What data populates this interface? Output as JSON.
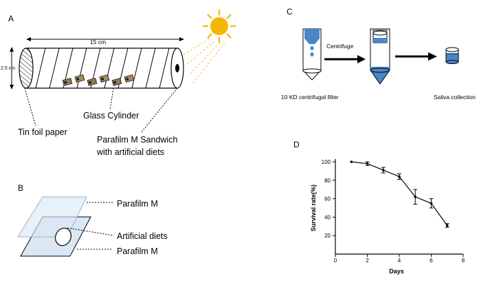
{
  "panelA": {
    "label": "A",
    "length": "15 cm",
    "diameter": "2.5 cm",
    "glass": "Glass Cylinder",
    "tinfoil": "Tin foil paper",
    "parafilm_line1": "Parafilm M Sandwich",
    "parafilm_line2": "with artificial diets"
  },
  "panelB": {
    "label": "B",
    "top": "Parafilm M",
    "middle": "Artificial diets",
    "bottom": "Parafilm M"
  },
  "panelC": {
    "label": "C",
    "centrifuge": "Centrifuge",
    "filter": "10 KD centrifugal filter",
    "saliva": "Saliva collection"
  },
  "panelD": {
    "label": "D"
  },
  "colors": {
    "blue": "#4a86c8",
    "filmBlue": "#dbe8f4",
    "sun": "#f2b705"
  },
  "chart_data": {
    "type": "line",
    "xlabel": "Days",
    "ylabel": "Survival rate(%)",
    "xlim": [
      0,
      8
    ],
    "ylim": [
      0,
      100
    ],
    "xticks": [
      0,
      2,
      4,
      6,
      8
    ],
    "yticks": [
      20,
      40,
      60,
      80,
      100
    ],
    "x": [
      1,
      2,
      3,
      4,
      5,
      6,
      7
    ],
    "y": [
      100,
      98,
      91,
      84,
      62,
      55,
      31
    ],
    "err": [
      0,
      2,
      3,
      3,
      8,
      5,
      2
    ]
  }
}
